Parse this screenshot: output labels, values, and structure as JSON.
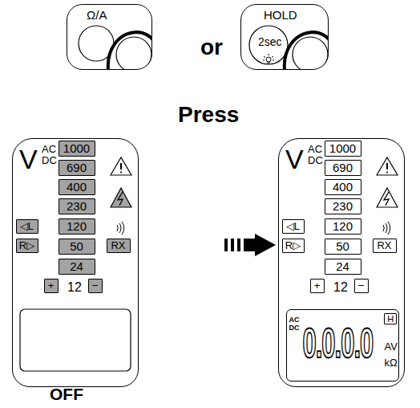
{
  "diagram": {
    "nodes": [
      {
        "text": [
          "Ω/A"
        ]
      },
      {
        "text": [
          "HOLD",
          "2sec"
        ]
      },
      {
        "text": [
          "V",
          "AC DC",
          "12"
        ]
      },
      {
        "text": [
          "1000"
        ],
        "in": 2
      },
      {
        "text": [
          "690"
        ],
        "in": 2
      },
      {
        "text": [
          "400"
        ],
        "in": 2
      },
      {
        "text": [
          "230"
        ],
        "in": 2
      },
      {
        "text": [
          "120"
        ],
        "in": 2
      },
      {
        "text": [
          "50"
        ],
        "in": 2
      },
      {
        "text": [
          "24"
        ],
        "in": 2
      },
      {
        "text": [
          "+"
        ],
        "in": 2
      },
      {
        "text": [
          "−"
        ],
        "in": 2
      },
      {
        "text": [
          "◁L"
        ],
        "in": 2
      },
      {
        "text": [
          "R▷"
        ],
        "in": 2
      },
      {
        "text": [
          "RX"
        ],
        "in": 2
      },
      {
        "text": [
          "V",
          "AC DC",
          "12"
        ]
      },
      {
        "text": [
          "1000"
        ],
        "in": 15
      },
      {
        "text": [
          "690"
        ],
        "in": 15
      },
      {
        "text": [
          "400"
        ],
        "in": 15
      },
      {
        "text": [
          "230"
        ],
        "in": 15
      },
      {
        "text": [
          "120"
        ],
        "in": 15
      },
      {
        "text": [
          "50"
        ],
        "in": 15
      },
      {
        "text": [
          "24"
        ],
        "in": 15
      },
      {
        "text": [
          "+"
        ],
        "in": 15
      },
      {
        "text": [
          "−"
        ],
        "in": 15
      },
      {
        "text": [
          "◁L"
        ],
        "in": 15
      },
      {
        "text": [
          "R▷"
        ],
        "in": 15
      },
      {
        "text": [
          "RX"
        ],
        "in": 15
      },
      {
        "text": [
          "AC DC",
          "0.0.0.0",
          "AV",
          "kΩ"
        ],
        "in": 15
      },
      {
        "text": [
          "H"
        ],
        "in": 28
      }
    ],
    "edges": [
      {
        "from": 2,
        "to": 15,
        "arrow": "to"
      }
    ],
    "labels": [
      "or",
      "Press",
      "OFF"
    ]
  }
}
